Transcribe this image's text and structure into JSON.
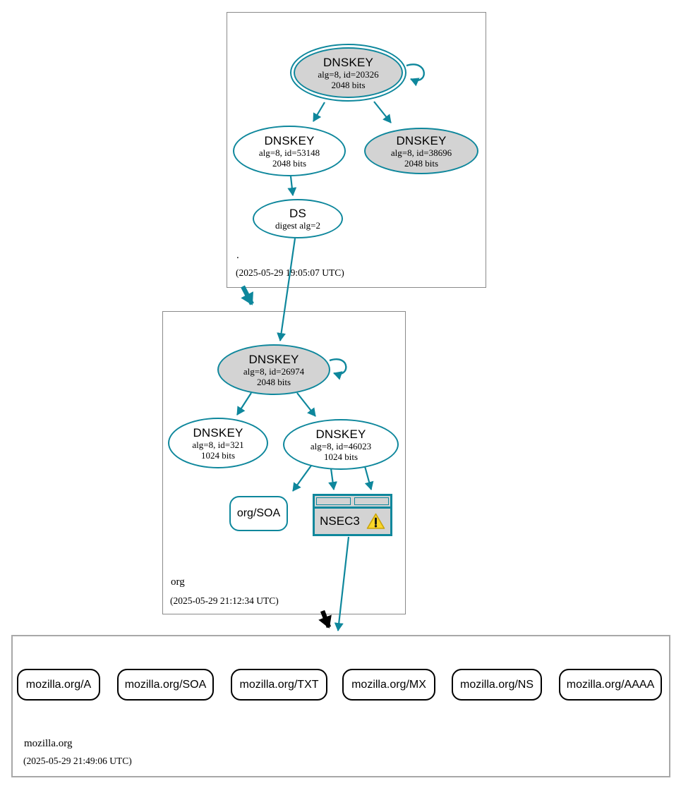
{
  "diagram_type": "dnssec-authentication-chain",
  "colors": {
    "secure_teal": "#0e879c",
    "insecure_black": "#000000",
    "node_fill_gray": "#d3d3d3",
    "warning_yellow": "#fad628",
    "zone_border_gray": "#8a8a8a"
  },
  "zones": {
    "root": {
      "label": ".",
      "timestamp": "(2025-05-29 19:05:07 UTC)",
      "nodes": {
        "ksk": {
          "title": "DNSKEY",
          "detail1": "alg=8, id=20326",
          "detail2": "2048 bits"
        },
        "zsk": {
          "title": "DNSKEY",
          "detail1": "alg=8, id=53148",
          "detail2": "2048 bits"
        },
        "standby": {
          "title": "DNSKEY",
          "detail1": "alg=8, id=38696",
          "detail2": "2048 bits"
        },
        "ds": {
          "title": "DS",
          "detail1": "digest alg=2"
        }
      }
    },
    "org": {
      "label": "org",
      "timestamp": "(2025-05-29 21:12:34 UTC)",
      "nodes": {
        "ksk": {
          "title": "DNSKEY",
          "detail1": "alg=8, id=26974",
          "detail2": "2048 bits"
        },
        "zsk1": {
          "title": "DNSKEY",
          "detail1": "alg=8, id=321",
          "detail2": "1024 bits"
        },
        "zsk2": {
          "title": "DNSKEY",
          "detail1": "alg=8, id=46023",
          "detail2": "1024 bits"
        },
        "soa": {
          "label": "org/SOA"
        },
        "nsec3": {
          "label": "NSEC3",
          "icon": "warning-triangle-icon"
        }
      }
    },
    "mozilla": {
      "label": "mozilla.org",
      "timestamp": "(2025-05-29 21:49:06 UTC)",
      "rrsets": [
        "mozilla.org/A",
        "mozilla.org/SOA",
        "mozilla.org/TXT",
        "mozilla.org/MX",
        "mozilla.org/NS",
        "mozilla.org/AAAA"
      ]
    }
  }
}
